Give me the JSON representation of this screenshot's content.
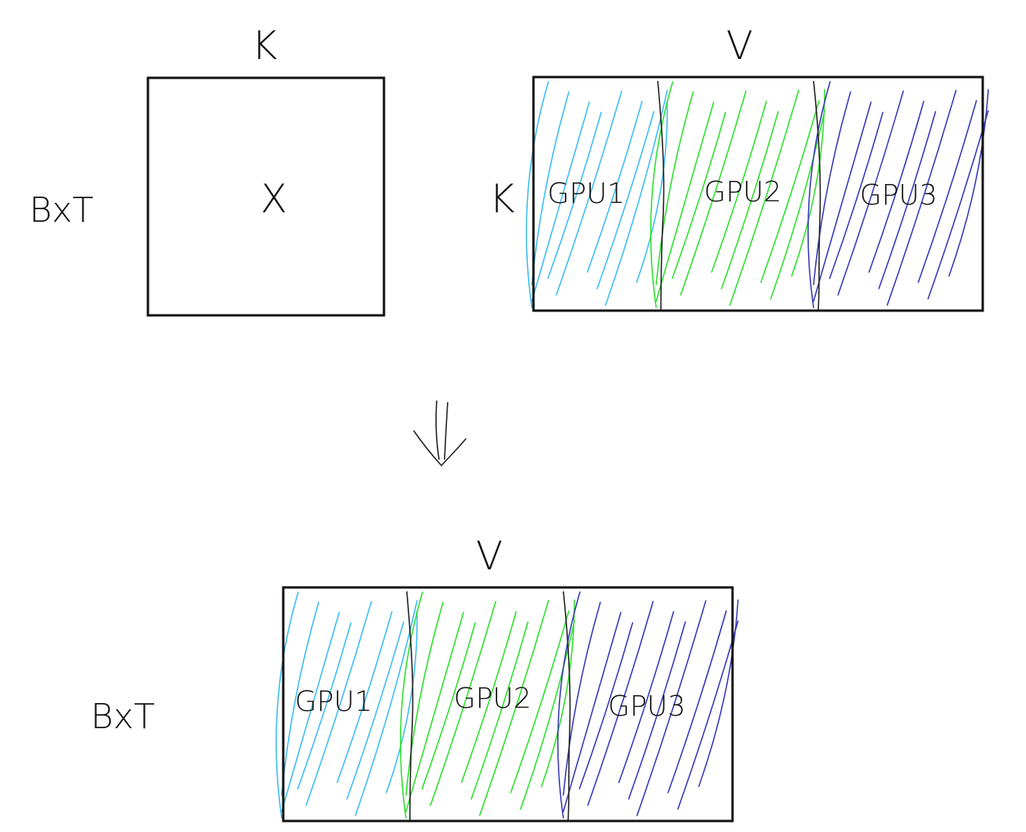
{
  "diagram": {
    "top_left": {
      "matrix_label": "X",
      "row_label": "BxT",
      "col_label": "K"
    },
    "top_right": {
      "matrix_label": "V",
      "row_label": "K",
      "partitions": [
        {
          "label": "GPU1",
          "color": "#3fbdf0"
        },
        {
          "label": "GPU2",
          "color": "#2ee02e"
        },
        {
          "label": "GPU3",
          "color": "#3a3ab8"
        }
      ]
    },
    "bottom": {
      "matrix_label": "V",
      "row_label": "BxT",
      "partitions": [
        {
          "label": "GPU1",
          "color": "#3fbdf0"
        },
        {
          "label": "GPU2",
          "color": "#2ee02e"
        },
        {
          "label": "GPU3",
          "color": "#3a3ab8"
        }
      ]
    }
  }
}
